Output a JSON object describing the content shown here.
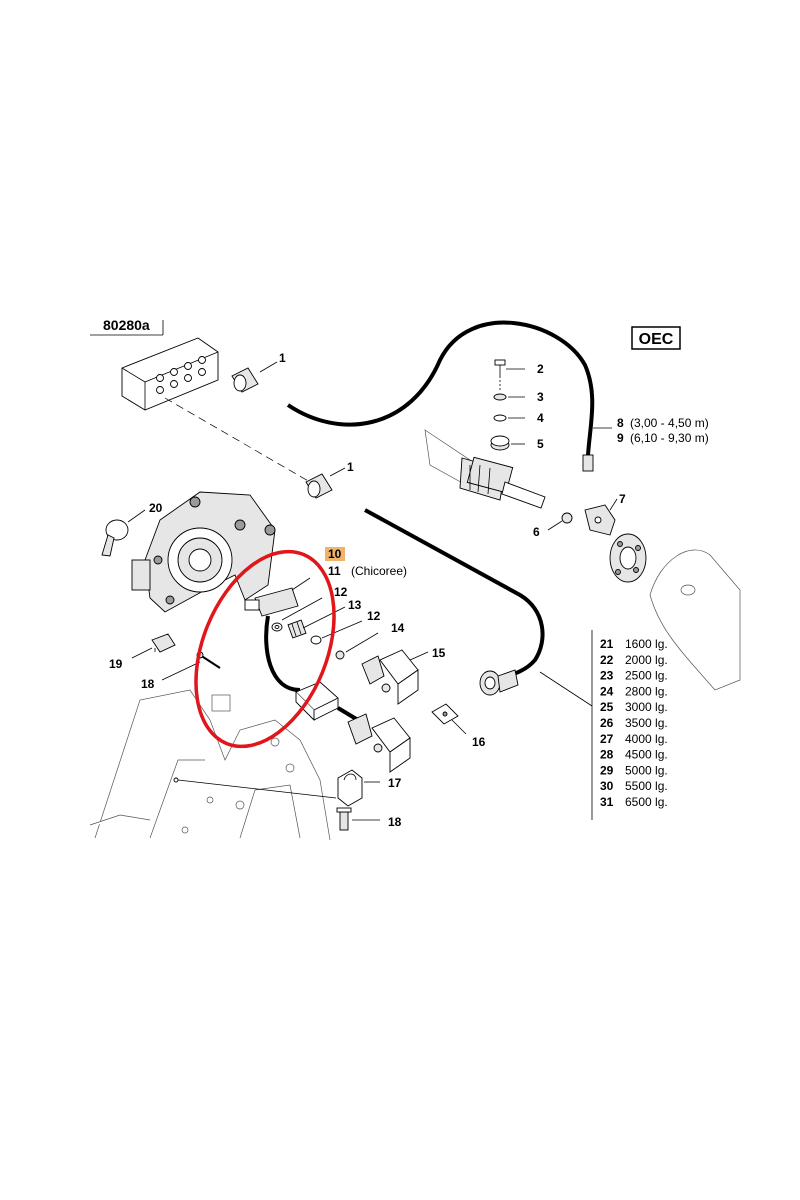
{
  "diagram_code": "80280a",
  "badge": "OEC",
  "callouts": {
    "c1a": "1",
    "c1b": "1",
    "c2": "2",
    "c3": "3",
    "c4": "4",
    "c5": "5",
    "c6": "6",
    "c7": "7",
    "c8": "8",
    "c9": "9",
    "c10": "10",
    "c11": "11",
    "c12a": "12",
    "c12b": "12",
    "c13": "13",
    "c14": "14",
    "c15": "15",
    "c16": "16",
    "c17": "17",
    "c18a": "18",
    "c18b": "18",
    "c19": "19",
    "c20": "20"
  },
  "notes": {
    "c8": "(3,00 - 4,50 m)",
    "c9": "(6,10 - 9,30 m)",
    "c11": "(Chicoree)"
  },
  "length_table": [
    {
      "num": "21",
      "len": "1600 lg."
    },
    {
      "num": "22",
      "len": "2000 lg."
    },
    {
      "num": "23",
      "len": "2500 lg."
    },
    {
      "num": "24",
      "len": "2800 lg."
    },
    {
      "num": "25",
      "len": "3000 lg."
    },
    {
      "num": "26",
      "len": "3500 lg."
    },
    {
      "num": "27",
      "len": "4000 lg."
    },
    {
      "num": "28",
      "len": "4500 lg."
    },
    {
      "num": "29",
      "len": "5000 lg."
    },
    {
      "num": "30",
      "len": "5500 lg."
    },
    {
      "num": "31",
      "len": "6500 lg."
    }
  ],
  "colors": {
    "highlight_ellipse": "#e0161b",
    "callout_10_background": "#f0b36a"
  },
  "icons": {
    "junction_box": "junction-box-icon",
    "sensor": "sensor-icon",
    "connector": "connector-plug-icon"
  }
}
